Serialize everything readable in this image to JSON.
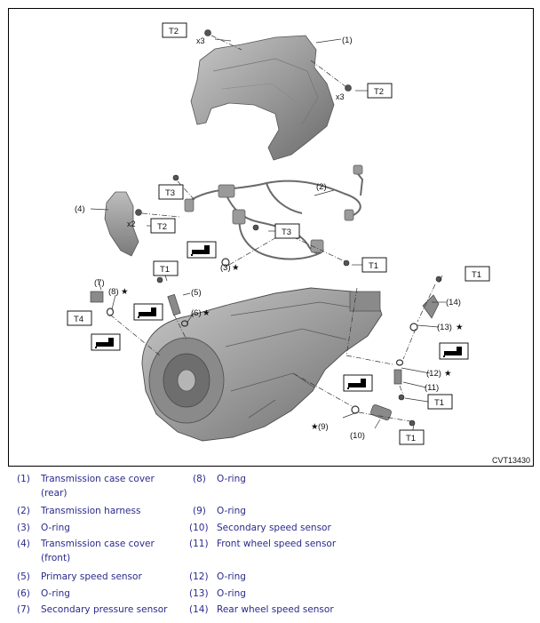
{
  "figure": {
    "code": "CVT13430",
    "torque_labels": [
      "T1",
      "T2",
      "T3",
      "T4"
    ],
    "quantity_labels": [
      "x3",
      "x2"
    ],
    "callouts": [
      "(1)",
      "(2)",
      "(3)",
      "(4)",
      "(5)",
      "(6)",
      "(7)",
      "(8)",
      "(9)",
      "(10)",
      "(11)",
      "(12)",
      "(13)",
      "(14)"
    ],
    "star": "★"
  },
  "legend": {
    "items": [
      {
        "num": "(1)",
        "text": "Transmission case cover",
        "text2": "(rear)"
      },
      {
        "num": "(2)",
        "text": "Transmission harness"
      },
      {
        "num": "(3)",
        "text": "O-ring"
      },
      {
        "num": "(4)",
        "text": "Transmission case cover",
        "text2": "(front)"
      },
      {
        "num": "(5)",
        "text": "Primary speed sensor"
      },
      {
        "num": "(6)",
        "text": "O-ring"
      },
      {
        "num": "(7)",
        "text": "Secondary pressure sensor"
      },
      {
        "num": "(8)",
        "text": "O-ring"
      },
      {
        "num": "(9)",
        "text": "O-ring"
      },
      {
        "num": "(10)",
        "text": "Secondary speed sensor"
      },
      {
        "num": "(11)",
        "text": "Front wheel speed sensor"
      },
      {
        "num": "(12)",
        "text": "O-ring"
      },
      {
        "num": "(13)",
        "text": "O-ring"
      },
      {
        "num": "(14)",
        "text": "Rear wheel speed sensor"
      }
    ]
  },
  "colors": {
    "legend_text": "#2a2a8c",
    "part_fill": "#9a9a9a",
    "part_dark": "#6e6e6e"
  }
}
